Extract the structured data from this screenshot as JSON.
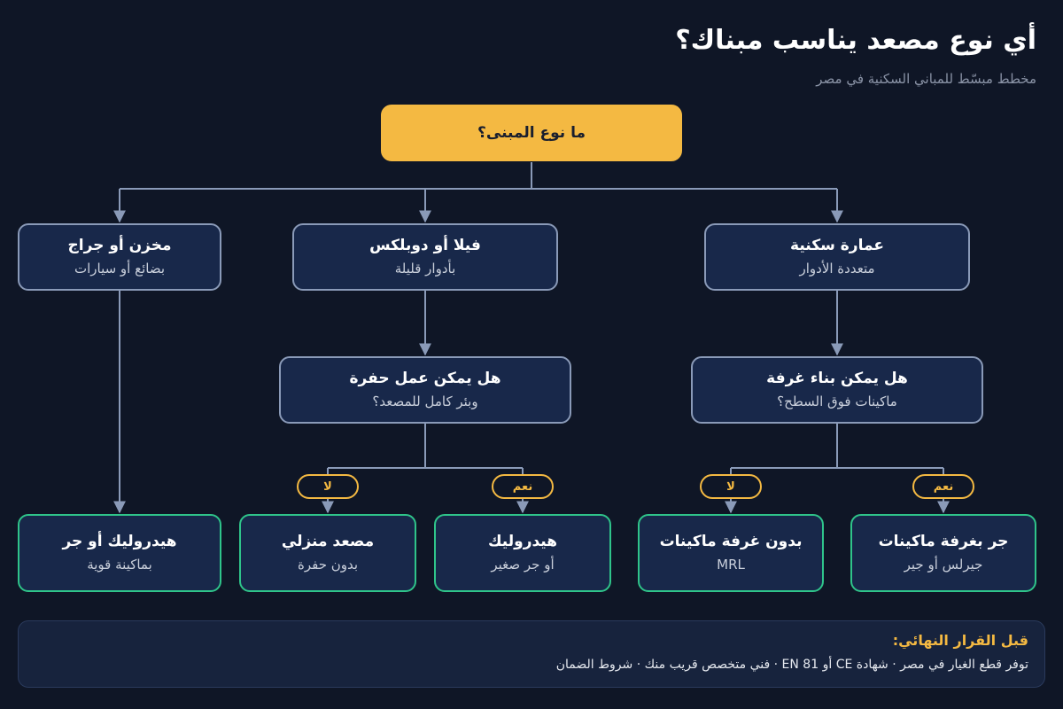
{
  "header": {
    "title": "أي نوع مصعد يناسب مبناك؟",
    "subtitle": "مخطط مبسّط للمباني السكنية في مصر"
  },
  "nodes": {
    "root": {
      "title": "ما نوع المبنى؟"
    },
    "residential": {
      "title": "عمارة سكنية",
      "subtitle": "متعددة الأدوار"
    },
    "villa": {
      "title": "فيلا أو دوبلكس",
      "subtitle": "بأدوار قليلة"
    },
    "warehouse": {
      "title": "مخزن أو جراج",
      "subtitle": "بضائع أو سيارات"
    },
    "q_machine_room": {
      "title": "هل يمكن بناء غرفة",
      "subtitle": "ماكينات فوق السطح؟"
    },
    "q_pit": {
      "title": "هل يمكن عمل حفرة",
      "subtitle": "وبئر كامل للمصعد؟"
    },
    "r_traction_room": {
      "title": "جر بغرفة ماكينات",
      "subtitle": "جيرلس أو جير"
    },
    "r_mrl": {
      "title": "بدون غرفة ماكينات",
      "subtitle": "MRL"
    },
    "r_hydraulic": {
      "title": "هيدروليك",
      "subtitle": "أو جر صغير"
    },
    "r_home_lift": {
      "title": "مصعد منزلي",
      "subtitle": "بدون حفرة"
    },
    "r_heavy": {
      "title": "هيدروليك أو جر",
      "subtitle": "بماكينة قوية"
    }
  },
  "badges": {
    "yes_machine": "نعم",
    "no_machine": "لا",
    "yes_pit": "نعم",
    "no_pit": "لا"
  },
  "note": {
    "title": "قبل القرار النهائي:",
    "body": "توفر قطع الغيار في مصر · شهادة CE أو EN 81 · فني متخصص قريب منك · شروط الضمان"
  },
  "colors": {
    "background": "#0f1626",
    "root_fill": "#f4b942",
    "node_fill": "#18284a",
    "question_border": "#8a9ab8",
    "result_border": "#2fc48a",
    "badge": "#f4b942",
    "connector": "#8a9ab8"
  }
}
